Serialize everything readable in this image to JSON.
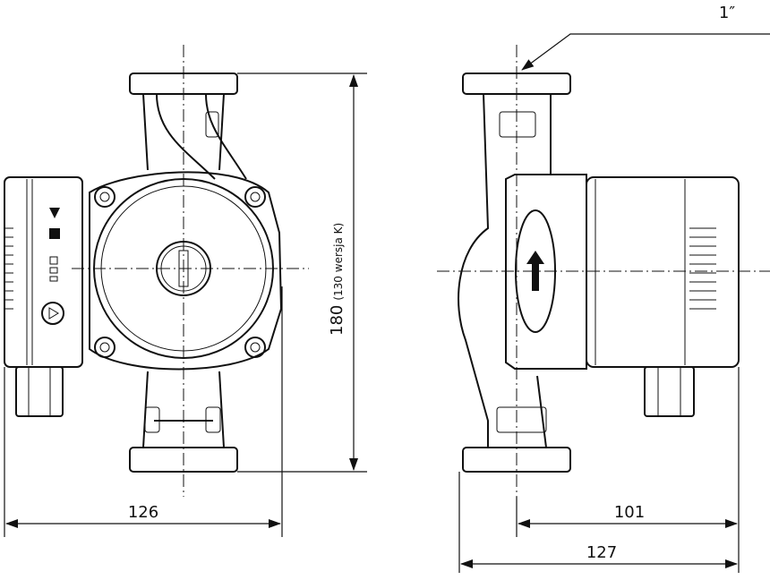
{
  "dimensions": {
    "height": "180",
    "height_note": "(130 wersja K)",
    "front_width": "126",
    "motor_depth": "101",
    "total_depth": "127",
    "thread": "1″"
  },
  "colors": {
    "line": "#111111",
    "background": "#ffffff"
  }
}
